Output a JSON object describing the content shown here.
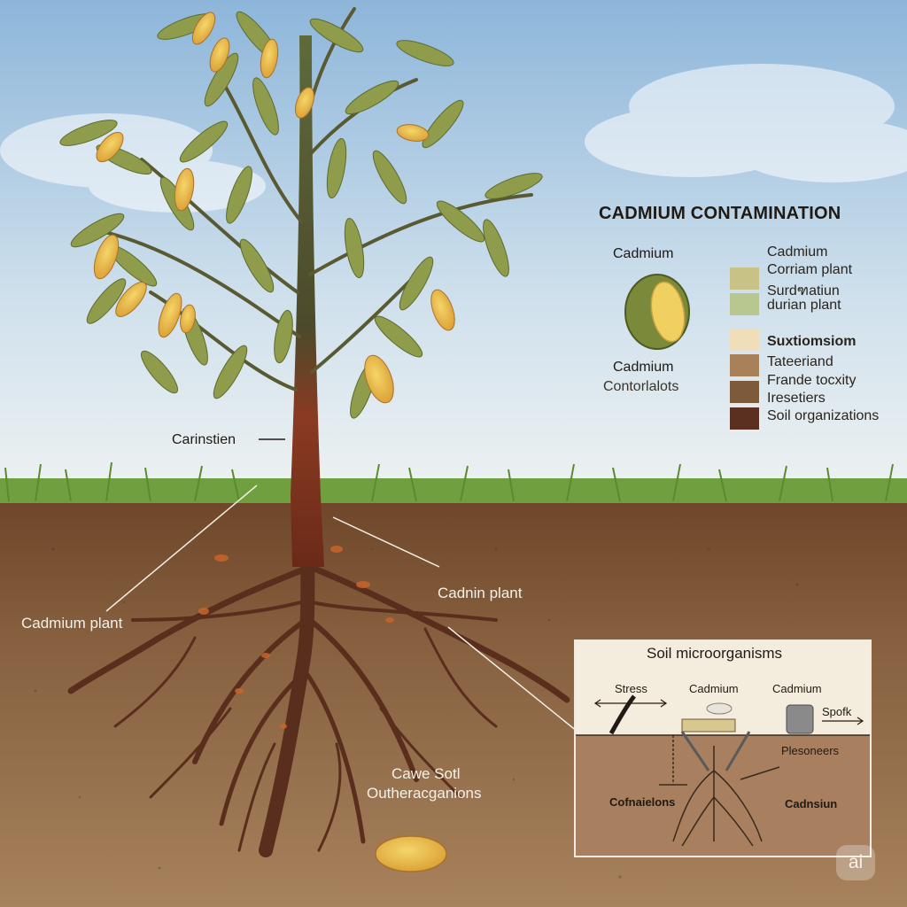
{
  "legend": {
    "title": "CADMIUM CONTAMINATION",
    "fruit_caption_top": "Cadmium",
    "fruit_caption_bottom_line1": "Cadmium",
    "fruit_caption_bottom_line2": "Contorlalots",
    "group1_header": "Cadmium",
    "group1_items": [
      {
        "label": "Corriam plant",
        "color": "#c8c286"
      },
      {
        "label": "Surdฑatiun",
        "color": "#d8d8a8"
      },
      {
        "label": "durian plant",
        "color": "#b8c690"
      }
    ],
    "group2_header": "Suxtiomsiom",
    "group2_items": [
      {
        "label": "Tateeriand",
        "color": "#a8805a"
      },
      {
        "label": "Frande tocxity",
        "color": "#7d5a3c"
      },
      {
        "label": "Iresetiers",
        "color": "#6b4a30"
      },
      {
        "label": "Soil organizations",
        "color": "#5a3020"
      }
    ],
    "group2_top_swatch": "#f0deb8"
  },
  "labels": {
    "carinstien": "Carinstien",
    "cadmium_plant": "Cadmium plant",
    "cadnin_plant": "Cadnin plant",
    "cawe_soil_line1": "Cawe Sotl",
    "cawe_soil_line2": "Outheracganions"
  },
  "inset": {
    "title": "Soil microorganisms",
    "stress": "Stress",
    "cadmium1": "Cadmium",
    "cadmium2": "Cadmium",
    "spofk": "Spofk",
    "plesoneers": "Plesoneers",
    "cofnaielons": "Cofnaielons",
    "cadnsiun": "Cadnsiun"
  },
  "badge": "ai",
  "colors": {
    "sky_top": "#8fb8dc",
    "sky_bottom": "#e6eef2",
    "grass": "#6a9a3a",
    "soil_top": "#7a5234",
    "soil_bottom": "#a67f58",
    "root": "#5a2e1c",
    "leaf": "#8c9a48",
    "fruit": "#e0b840"
  }
}
